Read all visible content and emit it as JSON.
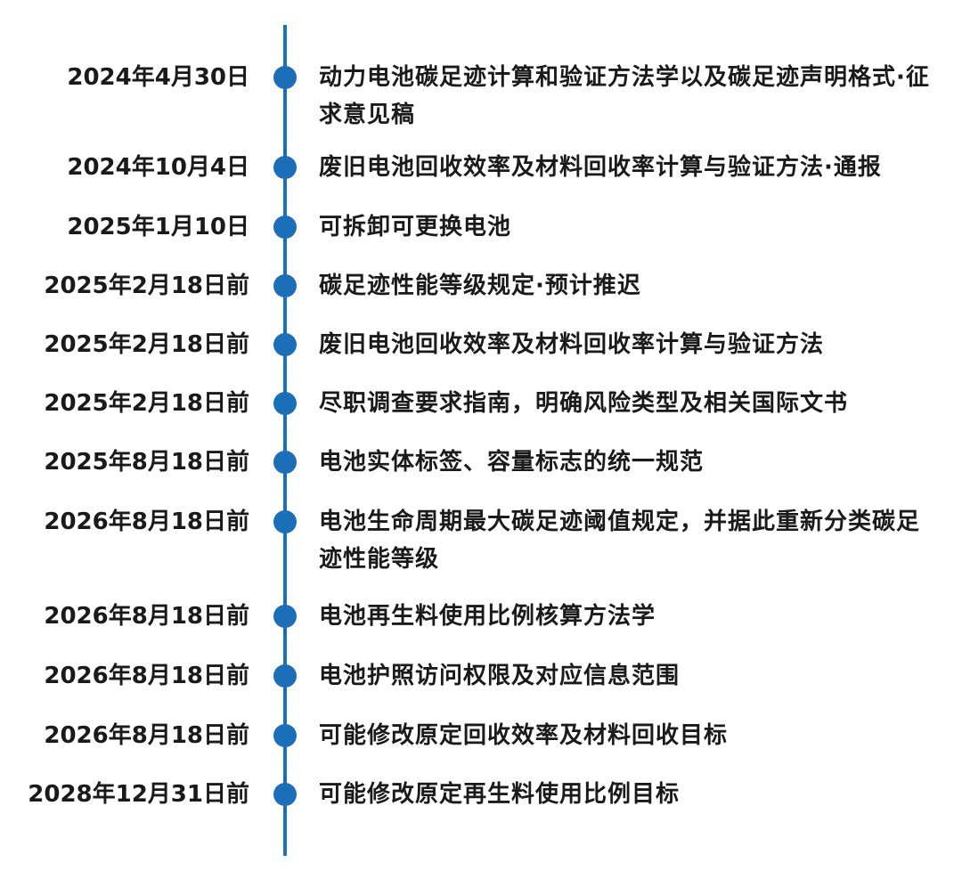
{
  "accent_color": "#1b6fb8",
  "items": [
    {
      "date": "2024年4月30日",
      "event": "动力电池碳足迹计算和验证方法学以及碳足迹声明格式·征求意见稿"
    },
    {
      "date": "2024年10月4日",
      "event": "废旧电池回收效率及材料回收率计算与验证方法·通报"
    },
    {
      "date": "2025年1月10日",
      "event": "可拆卸可更换电池"
    },
    {
      "date": "2025年2月18日前",
      "event": "碳足迹性能等级规定·预计推迟"
    },
    {
      "date": "2025年2月18日前",
      "event": "废旧电池回收效率及材料回收率计算与验证方法"
    },
    {
      "date": "2025年2月18日前",
      "event": "尽职调查要求指南，明确风险类型及相关国际文书"
    },
    {
      "date": "2025年8月18日前",
      "event": "电池实体标签、容量标志的统一规范"
    },
    {
      "date": "2026年8月18日前",
      "event": "电池生命周期最大碳足迹阈值规定，并据此重新分类碳足迹性能等级"
    },
    {
      "date": "2026年8月18日前",
      "event": "电池再生料使用比例核算方法学"
    },
    {
      "date": "2026年8月18日前",
      "event": "电池护照访问权限及对应信息范围"
    },
    {
      "date": "2026年8月18日前",
      "event": "可能修改原定回收效率及材料回收目标"
    },
    {
      "date": "2028年12月31日前",
      "event": "可能修改原定再生料使用比例目标"
    }
  ]
}
